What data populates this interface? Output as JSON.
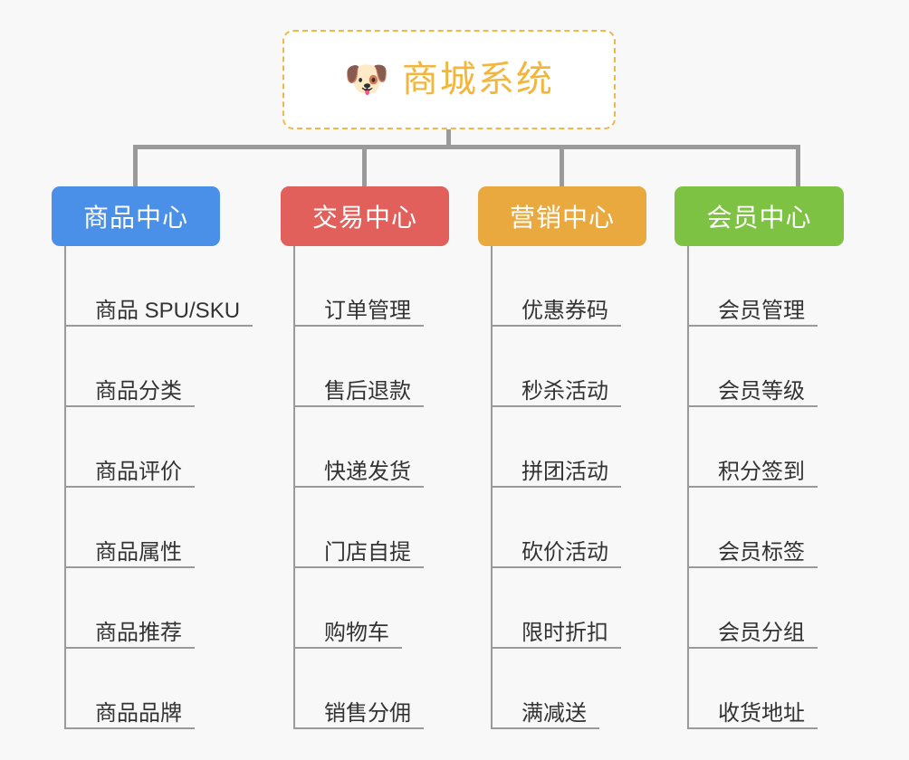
{
  "page": {
    "background_color": "#f8f8f8",
    "line_color": "#9a9a9a",
    "leaf_text_color": "#333333"
  },
  "root": {
    "icon": "shiba-dog-face-emoji",
    "emoji": "🐶",
    "title": "商城系统",
    "title_color": "#f2b63c",
    "border_color": "#f0b849",
    "border_style": "dashed"
  },
  "branches": [
    {
      "id": "product-center",
      "label": "商品中心",
      "color": "#4a90e8",
      "items": [
        "商品 SPU/SKU",
        "商品分类",
        "商品评价",
        "商品属性",
        "商品推荐",
        "商品品牌"
      ]
    },
    {
      "id": "trade-center",
      "label": "交易中心",
      "color": "#e2605c",
      "items": [
        "订单管理",
        "售后退款",
        "快递发货",
        "门店自提",
        "购物车",
        "销售分佣"
      ]
    },
    {
      "id": "marketing-center",
      "label": "营销中心",
      "color": "#e9a93e",
      "items": [
        "优惠券码",
        "秒杀活动",
        "拼团活动",
        "砍价活动",
        "限时折扣",
        "满减送"
      ]
    },
    {
      "id": "member-center",
      "label": "会员中心",
      "color": "#7dc243",
      "items": [
        "会员管理",
        "会员等级",
        "积分签到",
        "会员标签",
        "会员分组",
        "收货地址"
      ]
    }
  ]
}
